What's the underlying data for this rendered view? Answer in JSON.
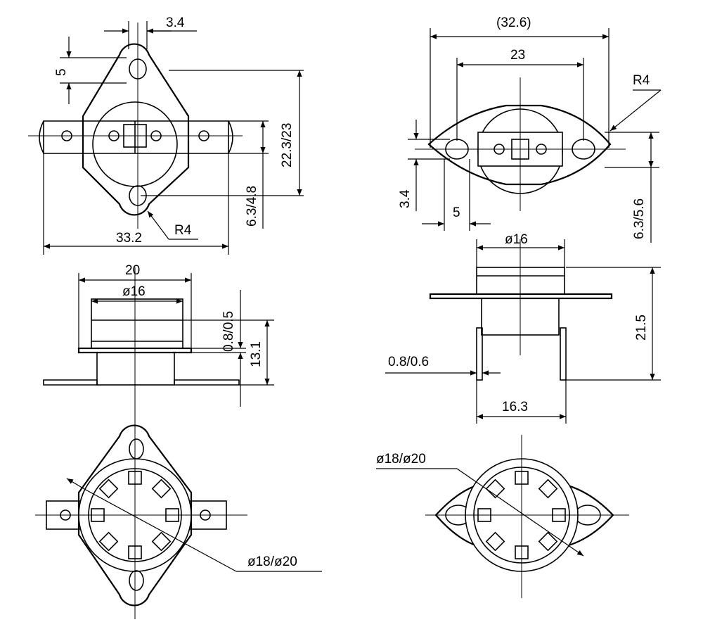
{
  "labels": {
    "tl_top_width": "3.4",
    "tl_left_height": "5",
    "tl_right_height": "22.3/23",
    "tl_tab_height": "6.3/4.8",
    "tl_radius": "R4",
    "tl_overall_width": "33.2",
    "tr_overall_width": "(32.6)",
    "tr_hole_span": "23",
    "tr_radius": "R4",
    "tr_left_height": "3.4",
    "tr_tab_width": "5",
    "tr_right_height": "6.3/5.6",
    "ml_flange_width": "20",
    "ml_cap_diameter": "ø16",
    "ml_thickness": "0.8/0.5",
    "ml_height": "13.1",
    "mr_cap_diameter": "ø16",
    "mr_height": "21.5",
    "mr_thickness": "0.8/0.6",
    "mr_terminal_span": "16.3",
    "bl_diameter": "ø18/ø20",
    "br_diameter": "ø18/ø20"
  },
  "colors": {
    "ink": "#000000",
    "paper": "#ffffff"
  }
}
